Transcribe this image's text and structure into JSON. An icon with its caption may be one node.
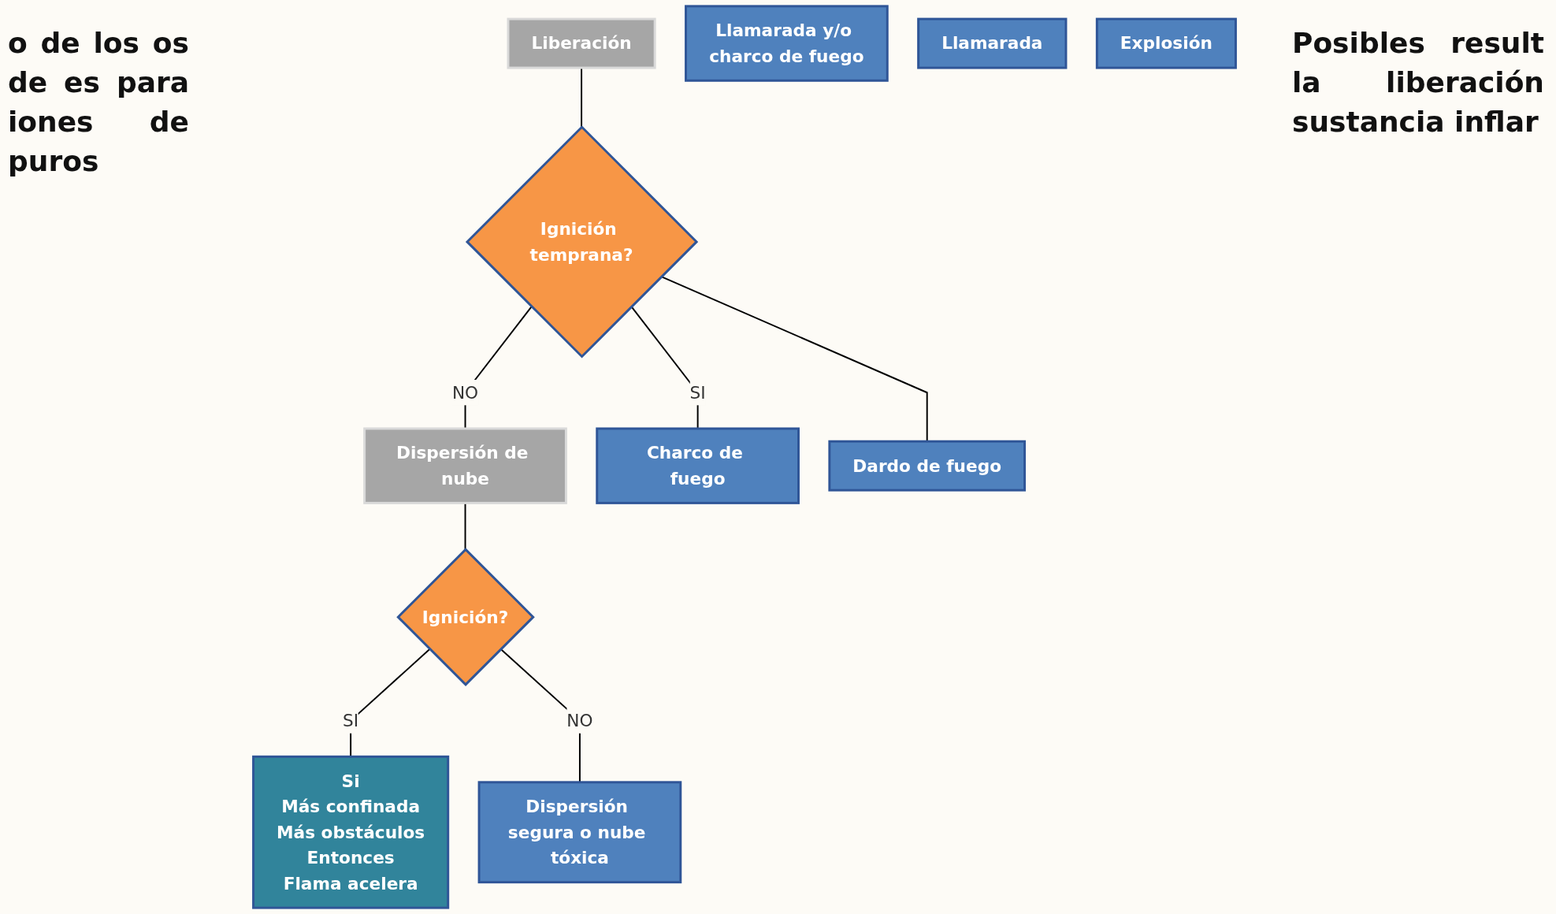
{
  "diagram": {
    "nodes": [
      {
        "text": [
          "Liberación"
        ]
      },
      {
        "text": [
          "Ignición temprana?"
        ]
      },
      {
        "text": [
          "Dispersión de nube"
        ]
      },
      {
        "text": [
          "Ignición?"
        ]
      },
      {
        "text": [
          "Si",
          "Más confinada",
          "Más obstáculos",
          "Entonces",
          "Flama acelera"
        ]
      },
      {
        "text": [
          "Charco de fuego"
        ]
      },
      {
        "text": [
          "Dardo de fuego"
        ]
      },
      {
        "text": [
          "Llamarada y/o charco de fuego"
        ]
      },
      {
        "text": [
          "Llamarada"
        ]
      },
      {
        "text": [
          "Explosión"
        ]
      },
      {
        "text": [
          "Dispersión segura o nube tóxica"
        ]
      }
    ],
    "edges": [
      {
        "from": 0,
        "to": 1,
        "arrow": "none"
      },
      {
        "from": 1,
        "to": 5,
        "arrow": "none",
        "label": "SI"
      },
      {
        "from": 1,
        "to": 6,
        "arrow": "none"
      },
      {
        "from": 1,
        "to": 2,
        "arrow": "none",
        "label": "NO"
      },
      {
        "from": 2,
        "to": 3,
        "arrow": "none"
      },
      {
        "from": 3,
        "to": 4,
        "arrow": "none",
        "label": "SI"
      },
      {
        "from": 3,
        "to": 10,
        "arrow": "none",
        "label": "NO"
      }
    ],
    "labels": [
      "o de los os de es para iones de puros",
      "Posibles result la liberación sustancia inflar"
    ]
  }
}
